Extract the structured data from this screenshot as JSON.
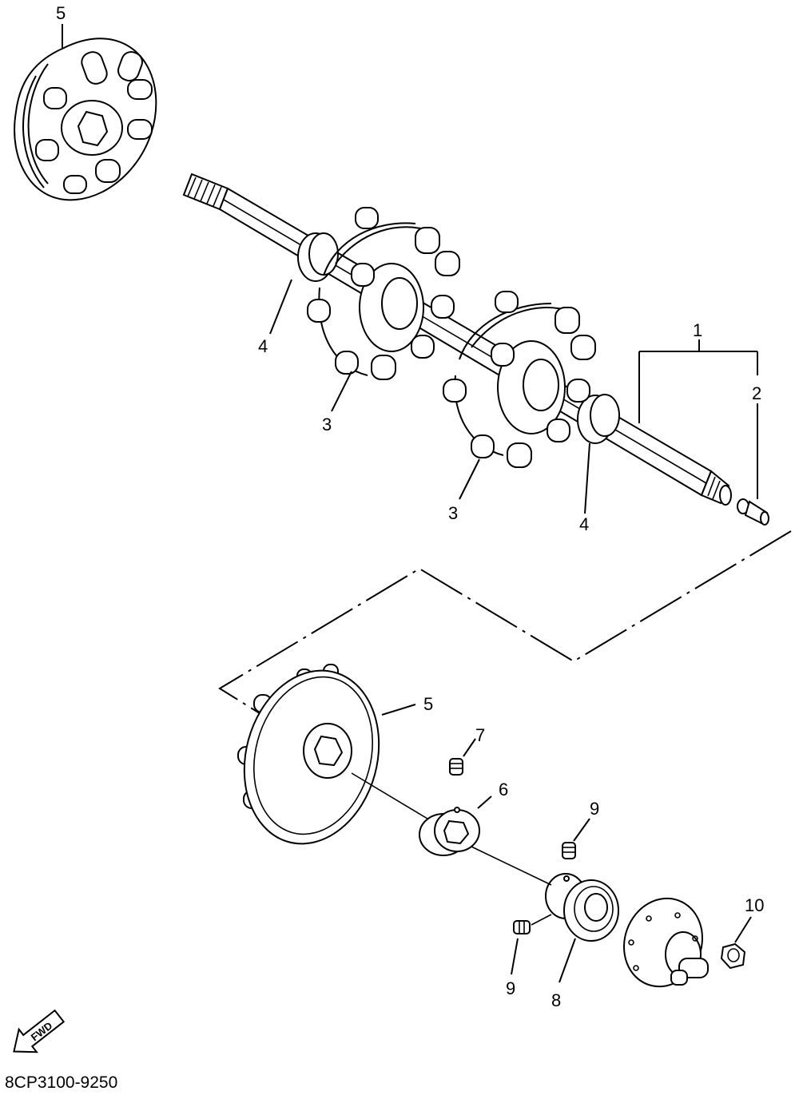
{
  "diagram": {
    "callouts": {
      "top_disc": "5",
      "shaft_assy": "1",
      "shaft_end_screw": "2",
      "sprocket_left": "3",
      "sprocket_right": "3",
      "spacer_left": "4",
      "spacer_right": "4",
      "lower_disc": "5",
      "collar": "6",
      "collar_screw": "7",
      "bearing": "8",
      "bearing_screw_top": "9",
      "bearing_screw_bottom": "9",
      "nut": "10"
    },
    "fwd_label": "FWD",
    "diagram_code": "8CP3100-9250"
  }
}
